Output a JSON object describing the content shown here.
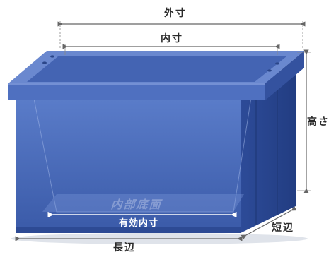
{
  "labels": {
    "outer": "外寸",
    "inner": "内寸",
    "height": "高さ",
    "effective": "有効内寸",
    "long_side": "長辺",
    "short_side": "短辺",
    "floor_text": "内部底面"
  },
  "colors": {
    "box_front": "#3f62b0",
    "box_dark": "#2a4a95",
    "box_side": "#324f9c",
    "rim_top": "#5677c4",
    "dim_line": "#666666"
  }
}
